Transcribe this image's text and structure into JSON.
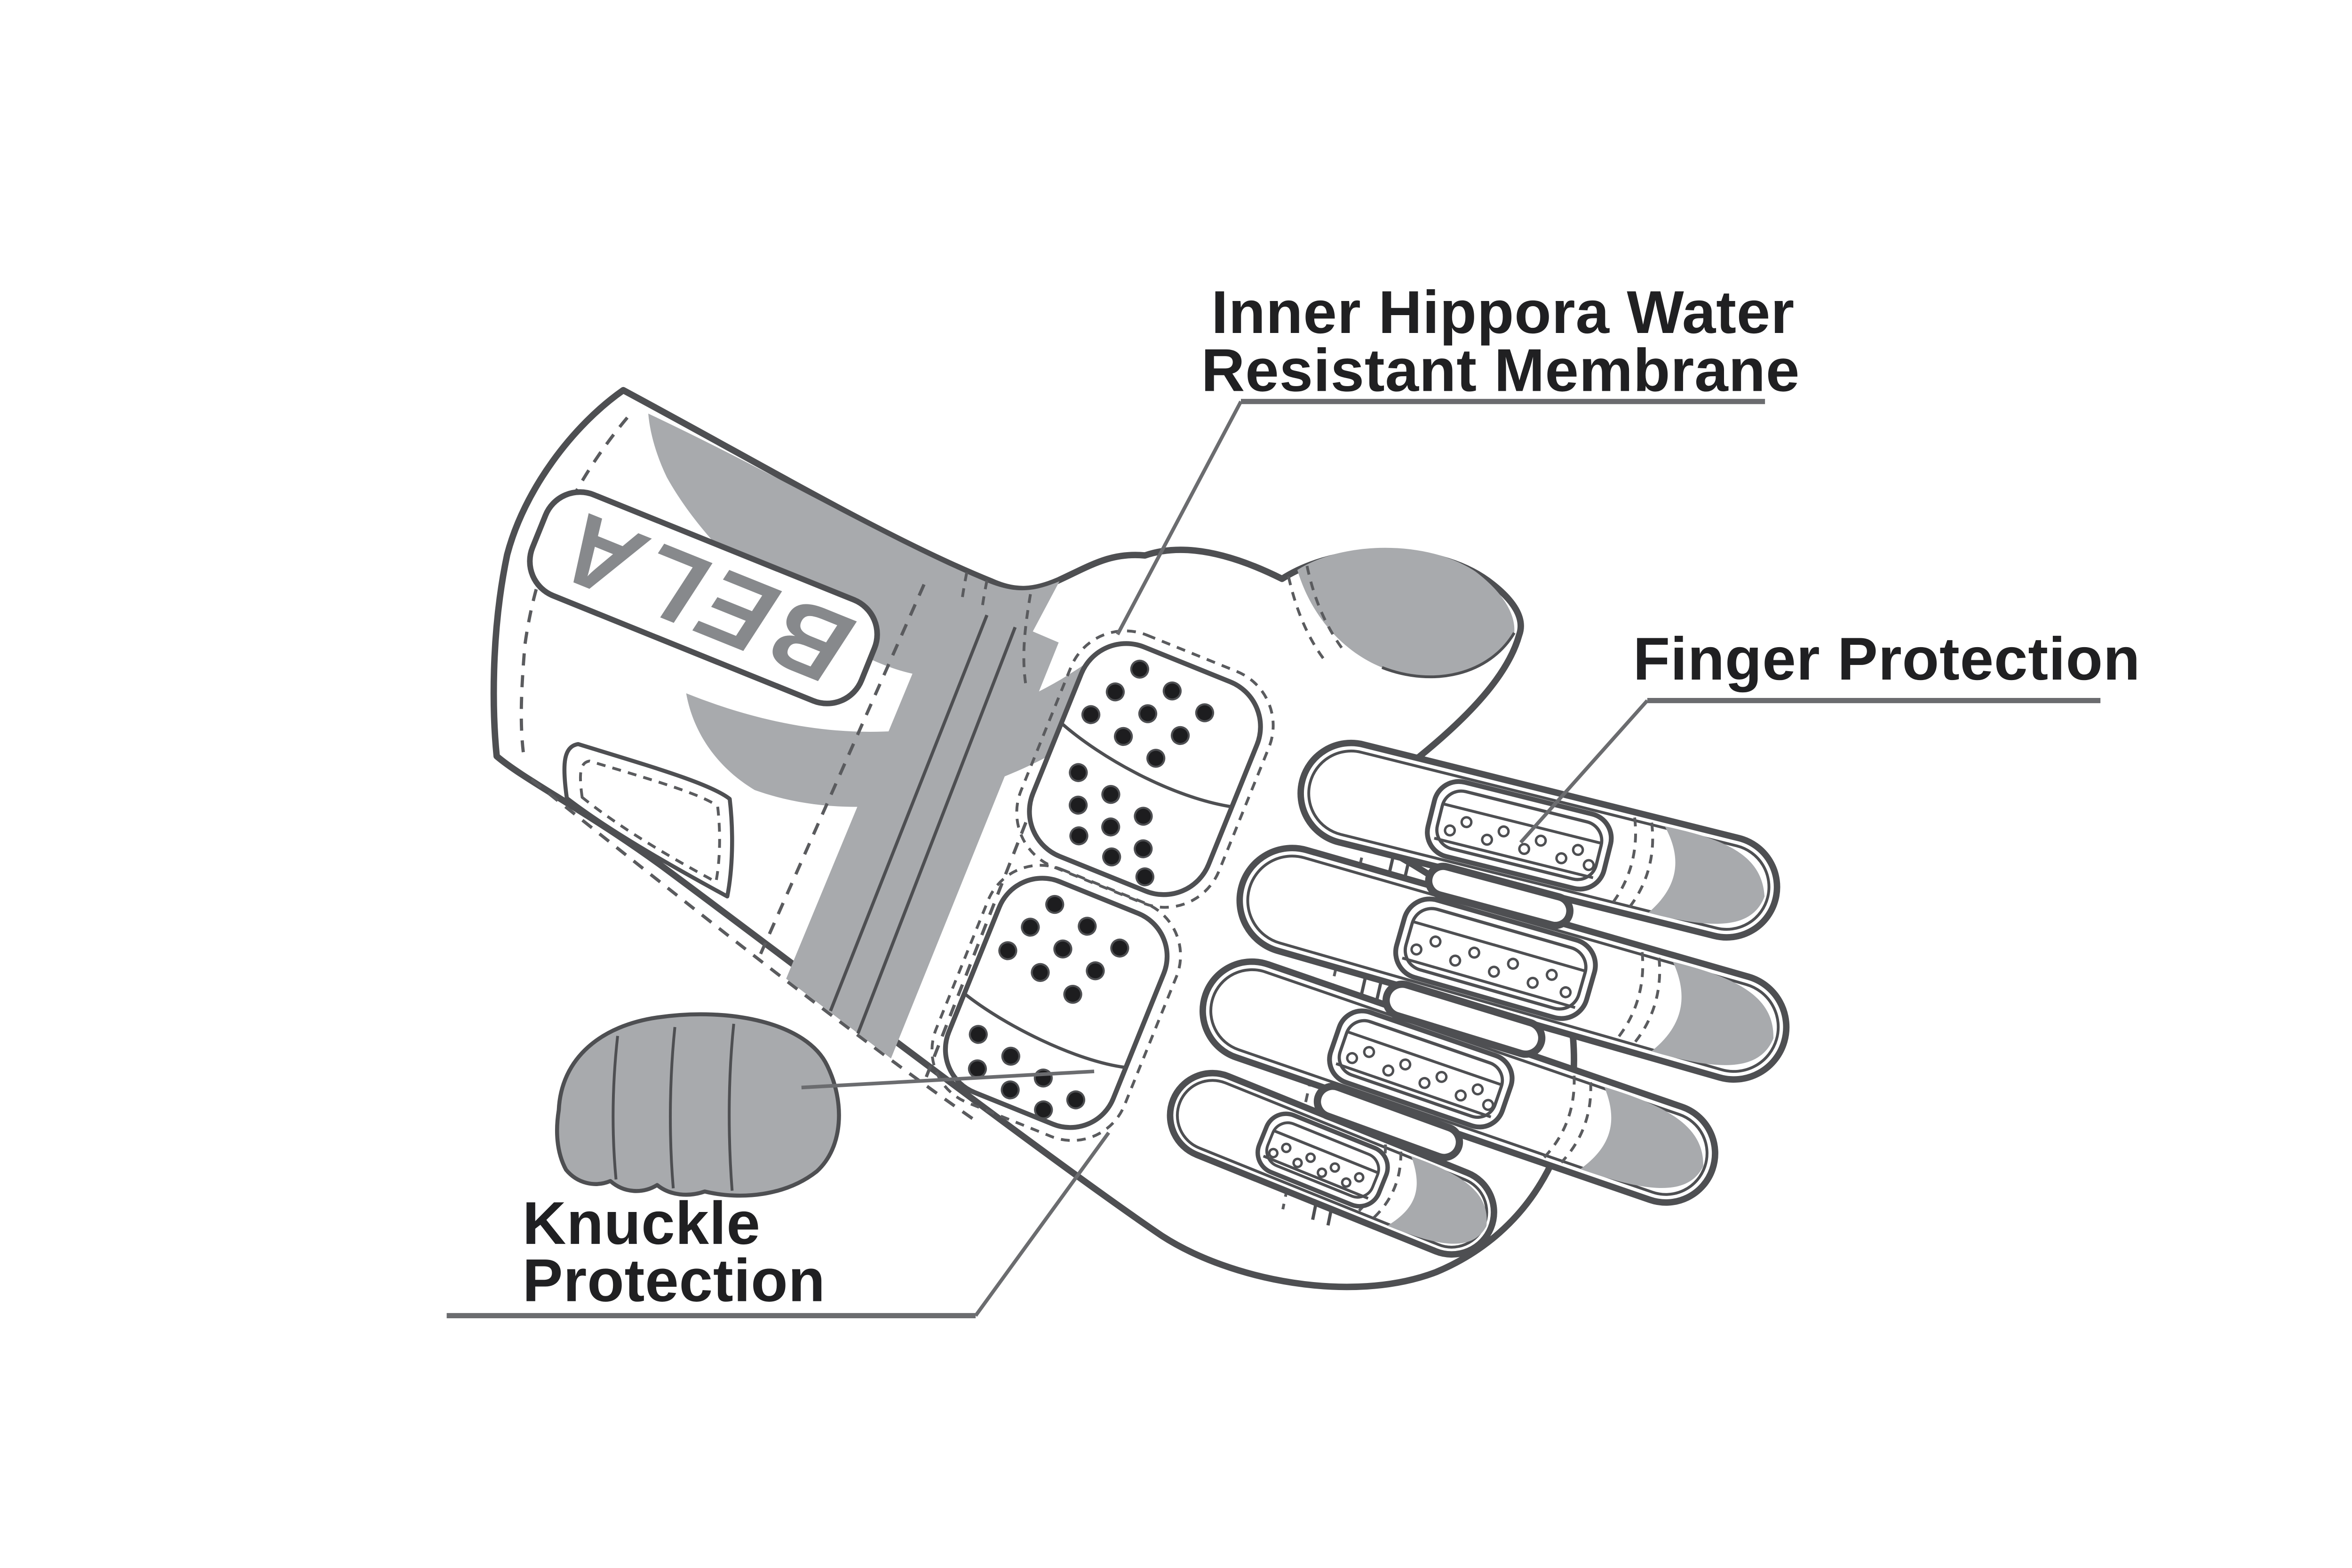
{
  "diagram": {
    "type": "product-feature-callout-diagram",
    "subject": "motorcycle glove, back view with gauntlet cuff",
    "brand_logo": "BELA",
    "callouts": {
      "membrane": {
        "line1": "Inner Hippora Water",
        "line2": "Resistant Membrane"
      },
      "finger": {
        "text": "Finger Protection"
      },
      "knuckle": {
        "line1": "Knuckle",
        "line2": "Protection"
      }
    },
    "colors": {
      "background": "#ffffff",
      "panel_gray": "#a8aaad",
      "line_dark": "#4e4f52",
      "logo_gray": "#87898c",
      "leader_gray": "#6b6c6f",
      "text": "#202022",
      "perforation_dot": "#1d1d1f"
    }
  }
}
